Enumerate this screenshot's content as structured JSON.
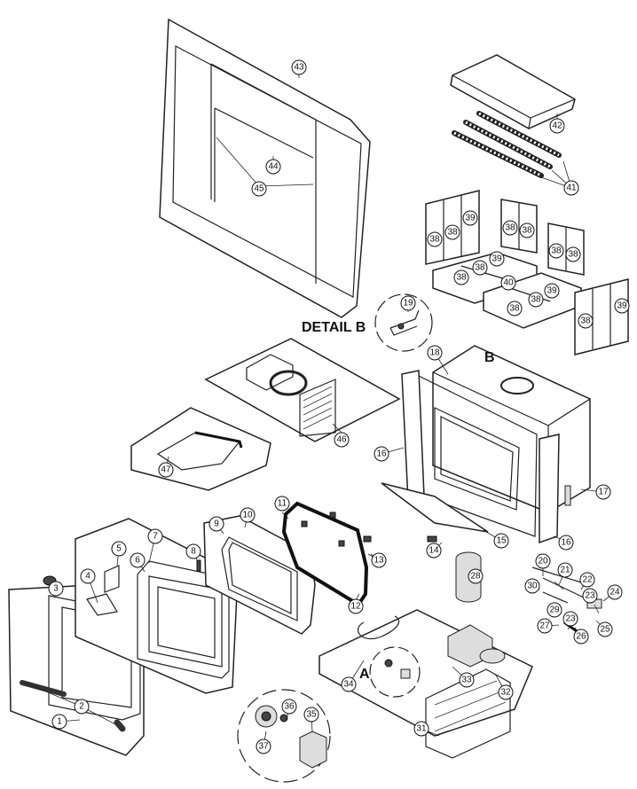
{
  "detail_b_title": "DETAIL B",
  "letters": {
    "b": "B",
    "a": "A"
  },
  "callouts": {
    "c1": "1",
    "c2": "2",
    "c3": "3",
    "c4": "4",
    "c5": "5",
    "c6": "6",
    "c7": "7",
    "c8": "8",
    "c9": "9",
    "c10": "10",
    "c11": "11",
    "c12": "12",
    "c13": "13",
    "c14": "14",
    "c15": "15",
    "c16a": "16",
    "c16b": "16",
    "c17": "17",
    "c18": "18",
    "c19": "19",
    "c20": "20",
    "c21": "21",
    "c22": "22",
    "c23a": "23",
    "c23b": "23",
    "c24": "24",
    "c25": "25",
    "c26": "26",
    "c27": "27",
    "c28": "28",
    "c29": "29",
    "c30": "30",
    "c31": "31",
    "c32": "32",
    "c33": "33",
    "c34": "34",
    "c35": "35",
    "c36": "36",
    "c37": "37",
    "c38a": "38",
    "c38b": "38",
    "c38c": "38",
    "c38d": "38",
    "c38e": "38",
    "c38f": "38",
    "c38g": "38",
    "c38h": "38",
    "c38i": "38",
    "c38j": "38",
    "c38k": "38",
    "c39a": "39",
    "c39b": "39",
    "c39c": "39",
    "c39d": "39",
    "c40": "40",
    "c41": "41",
    "c42": "42",
    "c43": "43",
    "c44": "44",
    "c45": "45",
    "c46": "46",
    "c47": "47"
  }
}
